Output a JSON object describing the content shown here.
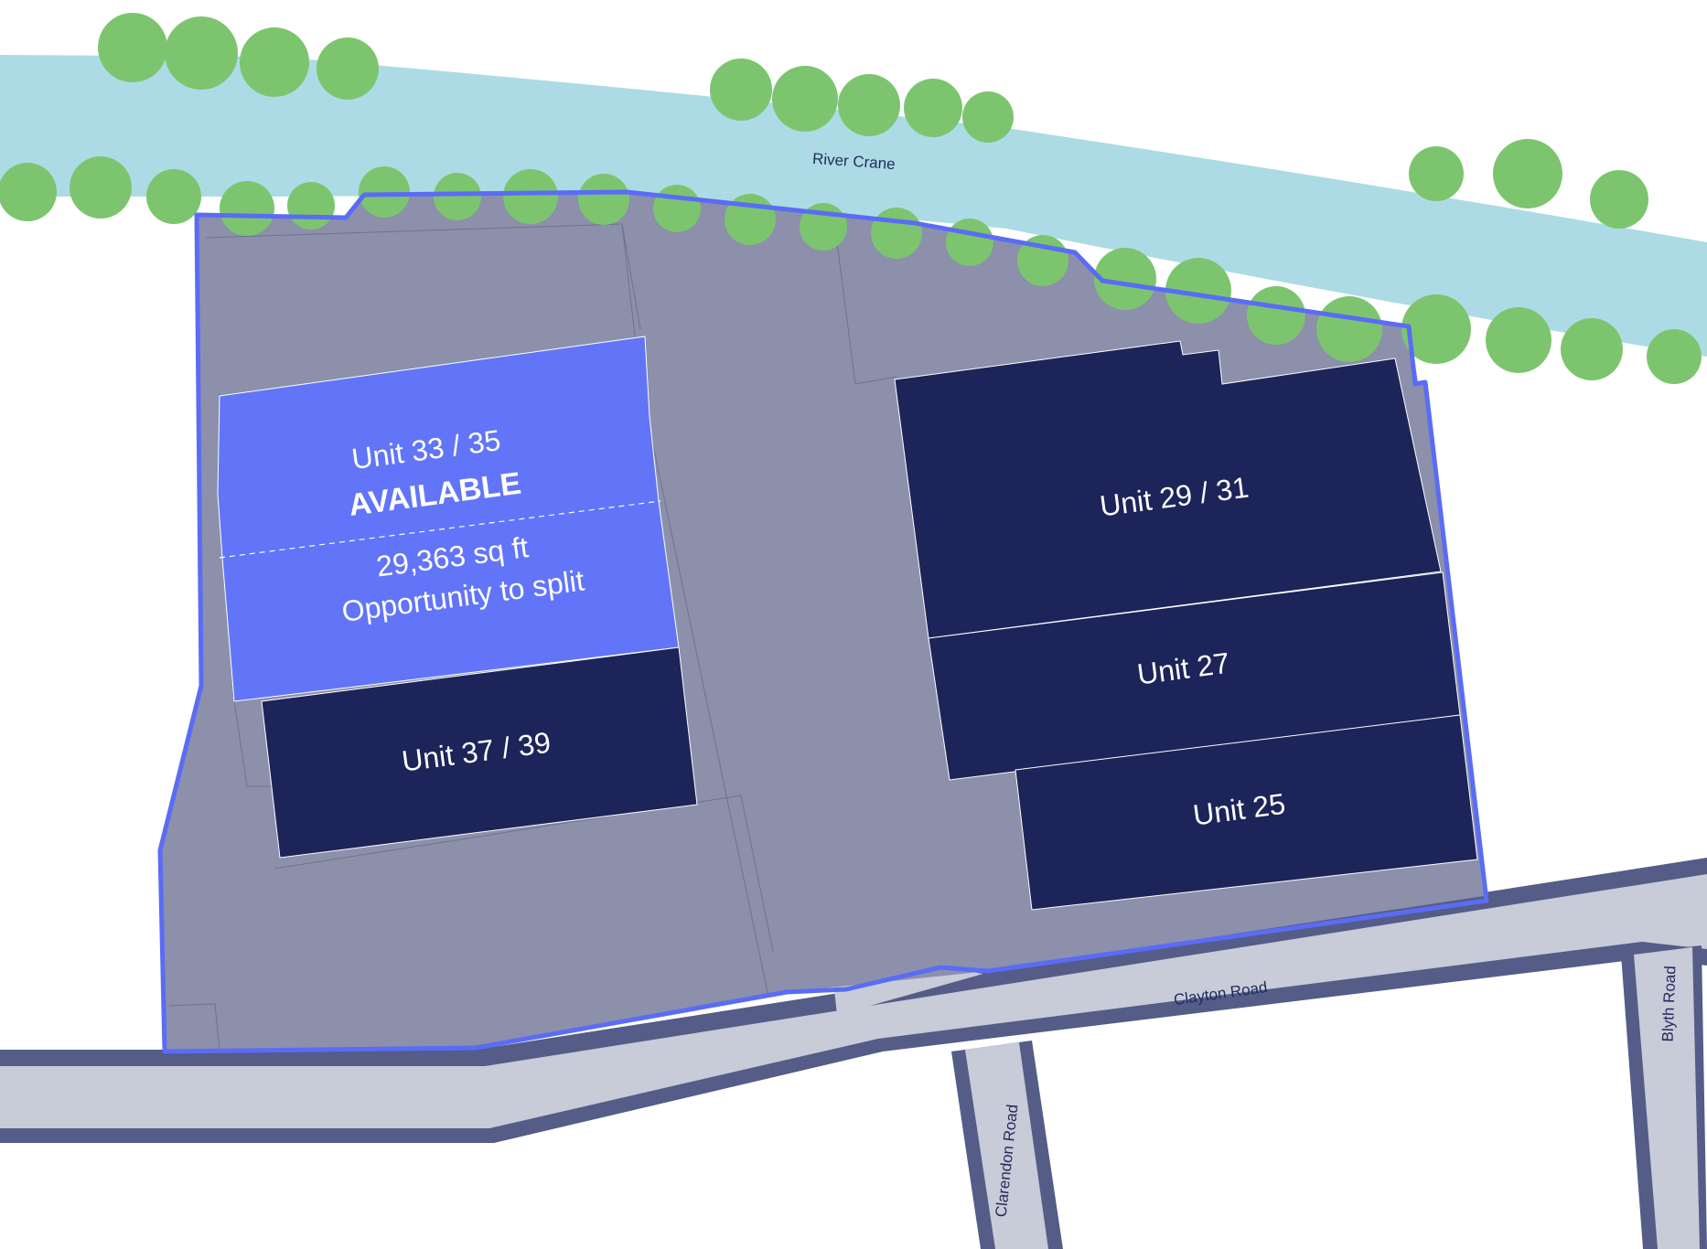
{
  "map": {
    "river_label": "River Crane",
    "roads": {
      "clayton": "Clayton Road",
      "clarendon": "Clarendon Road",
      "blyth": "Blyth Road"
    },
    "units": [
      {
        "id": "unit-33-35",
        "name": "Unit 33 / 35",
        "status": "AVAILABLE",
        "area": "29,363 sq ft",
        "note": "Opportunity to split",
        "available": true
      },
      {
        "id": "unit-37-39",
        "name": "Unit 37 / 39",
        "available": false
      },
      {
        "id": "unit-29-31",
        "name": "Unit 29 / 31",
        "available": false
      },
      {
        "id": "unit-27",
        "name": "Unit 27",
        "available": false
      },
      {
        "id": "unit-25",
        "name": "Unit 25",
        "available": false
      }
    ],
    "colors": {
      "available": "#6275f8",
      "occupied": "#1c2459",
      "site": "#8c90aa",
      "river": "#addbe5",
      "trees": "#7cc56e",
      "road": "#c8cbd8",
      "kerb": "#545c87",
      "boundary": "#5a6cf6"
    }
  }
}
